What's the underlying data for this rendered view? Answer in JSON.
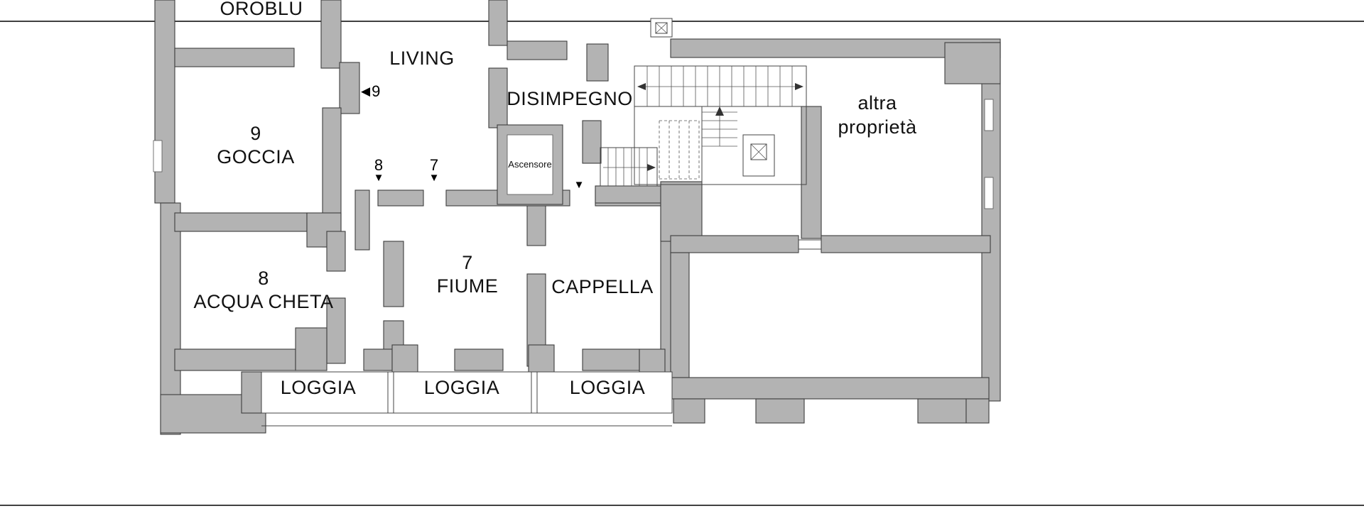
{
  "plan": {
    "name": "apartment-floor-plan",
    "colors": {
      "wall": "#b3b3b3",
      "outline": "#3d3d3d",
      "background": "#ffffff",
      "text": "#111111"
    },
    "rooms": {
      "oroblu": {
        "label": "OROBLU"
      },
      "living": {
        "label": "LIVING"
      },
      "disimpegno": {
        "label": "DISIMPEGNO"
      },
      "altra_proprieta": {
        "line1": "altra",
        "line2": "proprietà"
      },
      "goccia": {
        "number": "9",
        "label": "GOCCIA"
      },
      "ascensore": {
        "label": "Ascensore"
      },
      "acqua_cheta": {
        "number": "8",
        "label": "ACQUA CHETA"
      },
      "fiume": {
        "number": "7",
        "label": "FIUME"
      },
      "cappella": {
        "label": "CAPPELLA"
      },
      "loggia": [
        "LOGGIA",
        "LOGGIA",
        "LOGGIA"
      ]
    },
    "markers": {
      "unit9": {
        "arrow": "◀",
        "number": "9"
      },
      "unit8": {
        "number": "8",
        "arrow": "▼"
      },
      "unit7": {
        "number": "7",
        "arrow": "▼"
      },
      "entrance": {
        "arrow": "▼"
      }
    }
  }
}
